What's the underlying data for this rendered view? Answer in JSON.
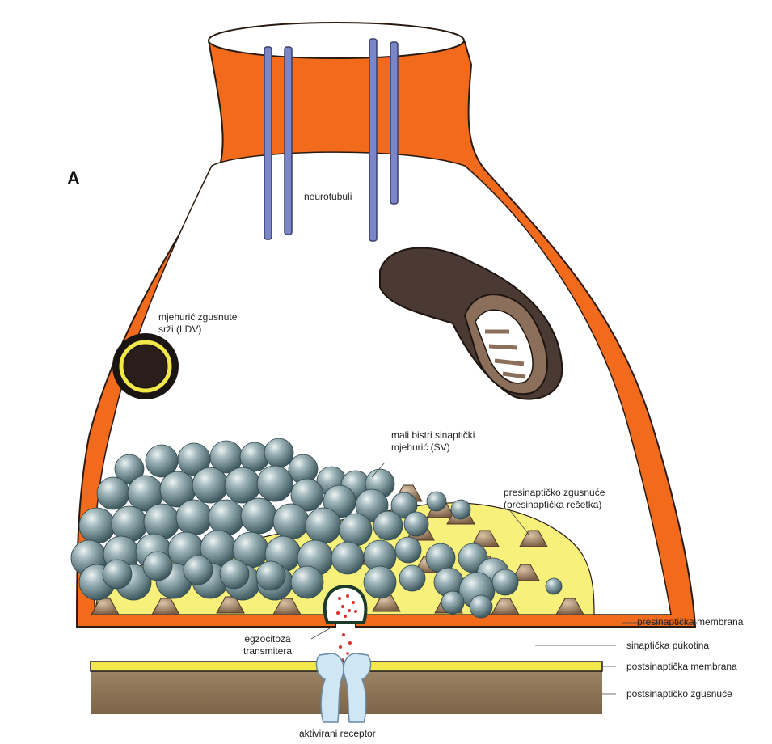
{
  "panel_letter": "A",
  "labels": {
    "neurotubuli": "neurotubuli",
    "ldv_line1": "mjehurić zgusnute",
    "ldv_line2": "srži (LDV)",
    "sv_line1": "mali bistri sinaptički",
    "sv_line2": "mjehurić (SV)",
    "grid_line1": "presinaptičko zgusnuće",
    "grid_line2": "(presinaptička rešetka)",
    "exo_line1": "egzocitoza",
    "exo_line2": "transmitera",
    "presyn_membrane": "presinaptička membrana",
    "cleft": "sinaptička pukotina",
    "postsyn_membrane": "postsinaptička membrana",
    "postsyn_density": "postsinaptičko zgusnuće",
    "receptor": "aktivirani receptor"
  },
  "colors": {
    "membrane": "#f26b1d",
    "vesicle": "#6f8f96",
    "density": "#f7f07a",
    "mitochondrion": "#4a3a33",
    "tubule": "#7b86c8",
    "postsyn": "#8b7355",
    "receptor": "#cfe6f5"
  }
}
